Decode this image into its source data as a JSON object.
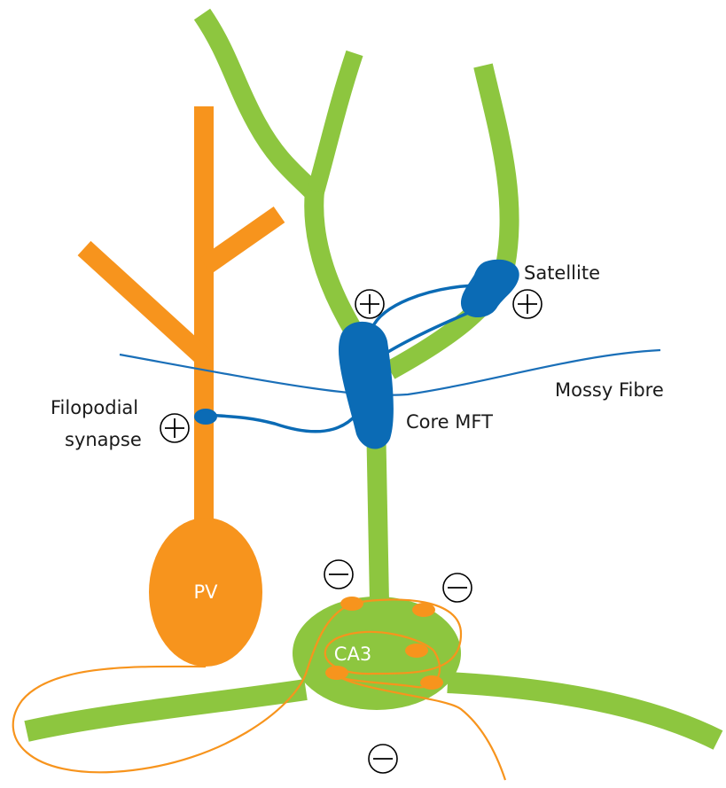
{
  "colors": {
    "pyramidal": "#8dc63f",
    "interneuron": "#f7941d",
    "mossy_fibre": "#0b6bb5",
    "mossy_fibre_thin": "#1a6fb8",
    "text": "#1a1a1a",
    "sign": "#000000"
  },
  "labels": {
    "satellite": "Satellite",
    "mossy_fibre": "Mossy Fibre",
    "core_mft": "Core MFT",
    "filopodial_line1": "Filopodial",
    "filopodial_line2": "synapse",
    "pv": "PV",
    "ca3": "CA3"
  },
  "signs": [
    {
      "id": "core-excitation",
      "symbol": "plus"
    },
    {
      "id": "satellite-excitation",
      "symbol": "plus"
    },
    {
      "id": "filopodial-excitation",
      "symbol": "plus"
    },
    {
      "id": "soma-inhibition-left",
      "symbol": "minus"
    },
    {
      "id": "soma-inhibition-right",
      "symbol": "minus"
    },
    {
      "id": "soma-inhibition-bottom",
      "symbol": "minus"
    }
  ]
}
